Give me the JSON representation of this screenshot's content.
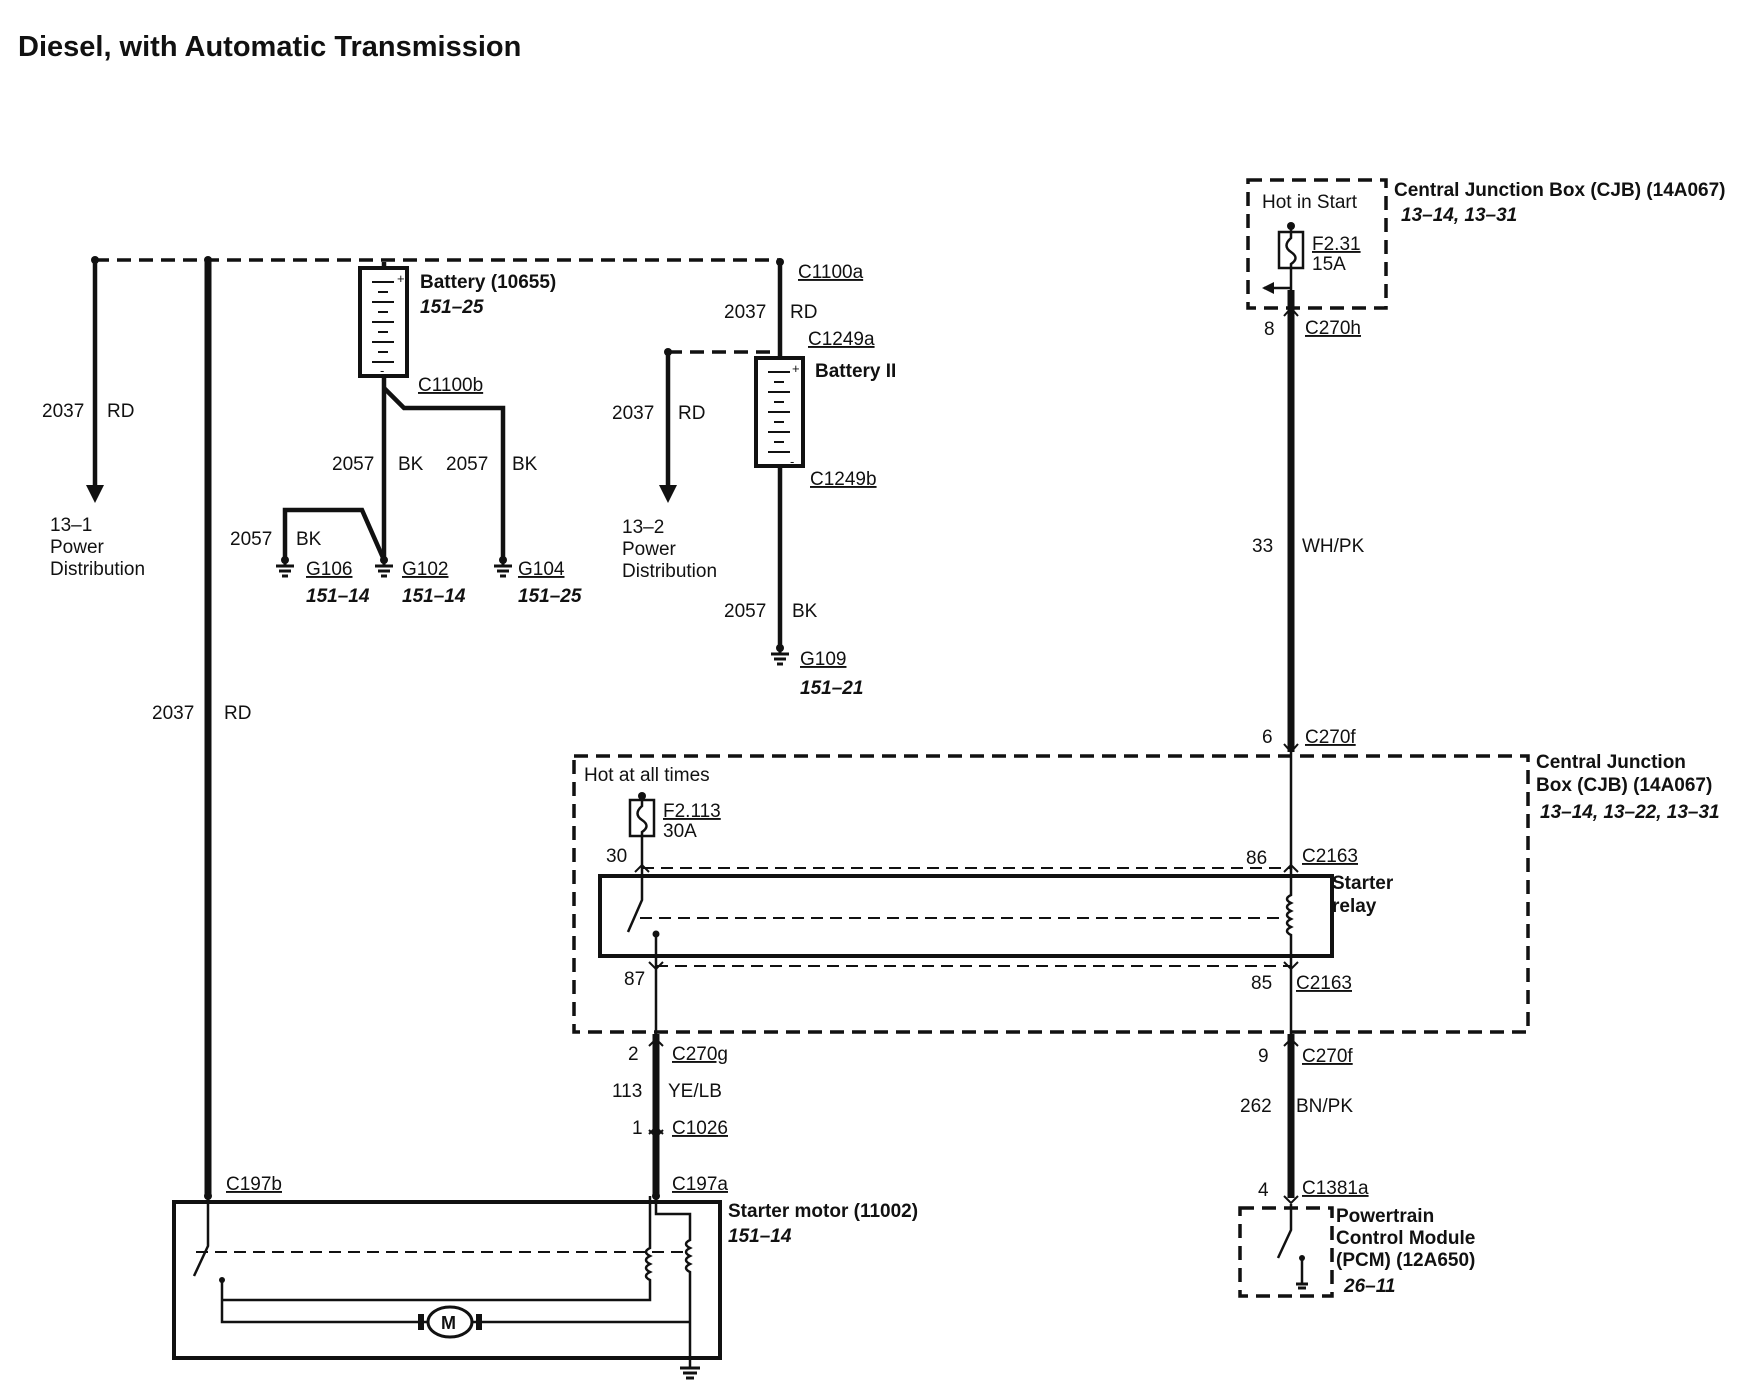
{
  "title": "Diesel, with Automatic Transmission",
  "cjb_top": {
    "name": "Central Junction Box (CJB) (14A067)",
    "refs": "13–14, 13–31",
    "hot_label": "Hot in Start",
    "fuse": "F2.31",
    "fuse_rating": "15A"
  },
  "cjb_main": {
    "name_line1": "Central Junction",
    "name_line2": "Box (CJB) (14A067)",
    "refs": "13–14, 13–22, 13–31",
    "hot_label": "Hot at all times",
    "fuse": "F2.113",
    "fuse_rating": "30A"
  },
  "relay": {
    "name_line1": "Starter",
    "name_line2": "relay",
    "pin30": "30",
    "pin86": "86",
    "pin87": "87",
    "pin85": "85",
    "conn_top": "C2163",
    "conn_bottom": "C2163"
  },
  "battery": {
    "name": "Battery (10655)",
    "ref": "151–25",
    "conn": "C1100b"
  },
  "battery2": {
    "name": "Battery II",
    "conn_top": "C1249a",
    "conn_bottom": "C1249b"
  },
  "starter": {
    "name": "Starter motor (11002)",
    "ref": "151–14",
    "conn_left": "C197b",
    "conn_right": "C197a",
    "motor_symbol": "M"
  },
  "pcm": {
    "line1": "Powertrain",
    "line2": "Control Module",
    "line3": "(PCM) (12A650)",
    "ref": "26–11",
    "conn": "C1381a",
    "pin": "4"
  },
  "grounds": [
    {
      "id": "G106",
      "ref": "151–14"
    },
    {
      "id": "G102",
      "ref": "151–14"
    },
    {
      "id": "G104",
      "ref": "151–25"
    },
    {
      "id": "G109",
      "ref": "151–21"
    }
  ],
  "power_dist": [
    {
      "line1": "13–1",
      "line2": "Power",
      "line3": "Distribution"
    },
    {
      "line1": "13–2",
      "line2": "Power",
      "line3": "Distribution"
    }
  ],
  "connectors": {
    "c1100a": "C1100a",
    "c270h": "C270h",
    "c270h_pin": "8",
    "c270f_top": "C270f",
    "c270f_top_pin": "6",
    "c270g": "C270g",
    "c270g_pin": "2",
    "c270f_bot": "C270f",
    "c270f_bot_pin": "9",
    "c1026": "C1026",
    "c1026_pin": "1"
  },
  "wires": {
    "w2037_c1100a": {
      "circuit": "2037",
      "color": "RD"
    },
    "w2037_left": {
      "circuit": "2037",
      "color": "RD"
    },
    "w2037_mid": {
      "circuit": "2037",
      "color": "RD"
    },
    "w2037_long": {
      "circuit": "2037",
      "color": "RD"
    },
    "w2057_a": {
      "circuit": "2057",
      "color": "BK"
    },
    "w2057_b": {
      "circuit": "2057",
      "color": "BK"
    },
    "w2057_c": {
      "circuit": "2057",
      "color": "BK"
    },
    "w2057_d": {
      "circuit": "2057",
      "color": "BK"
    },
    "w33": {
      "circuit": "33",
      "color": "WH/PK"
    },
    "w113": {
      "circuit": "113",
      "color": "YE/LB"
    },
    "w262": {
      "circuit": "262",
      "color": "BN/PK"
    }
  }
}
